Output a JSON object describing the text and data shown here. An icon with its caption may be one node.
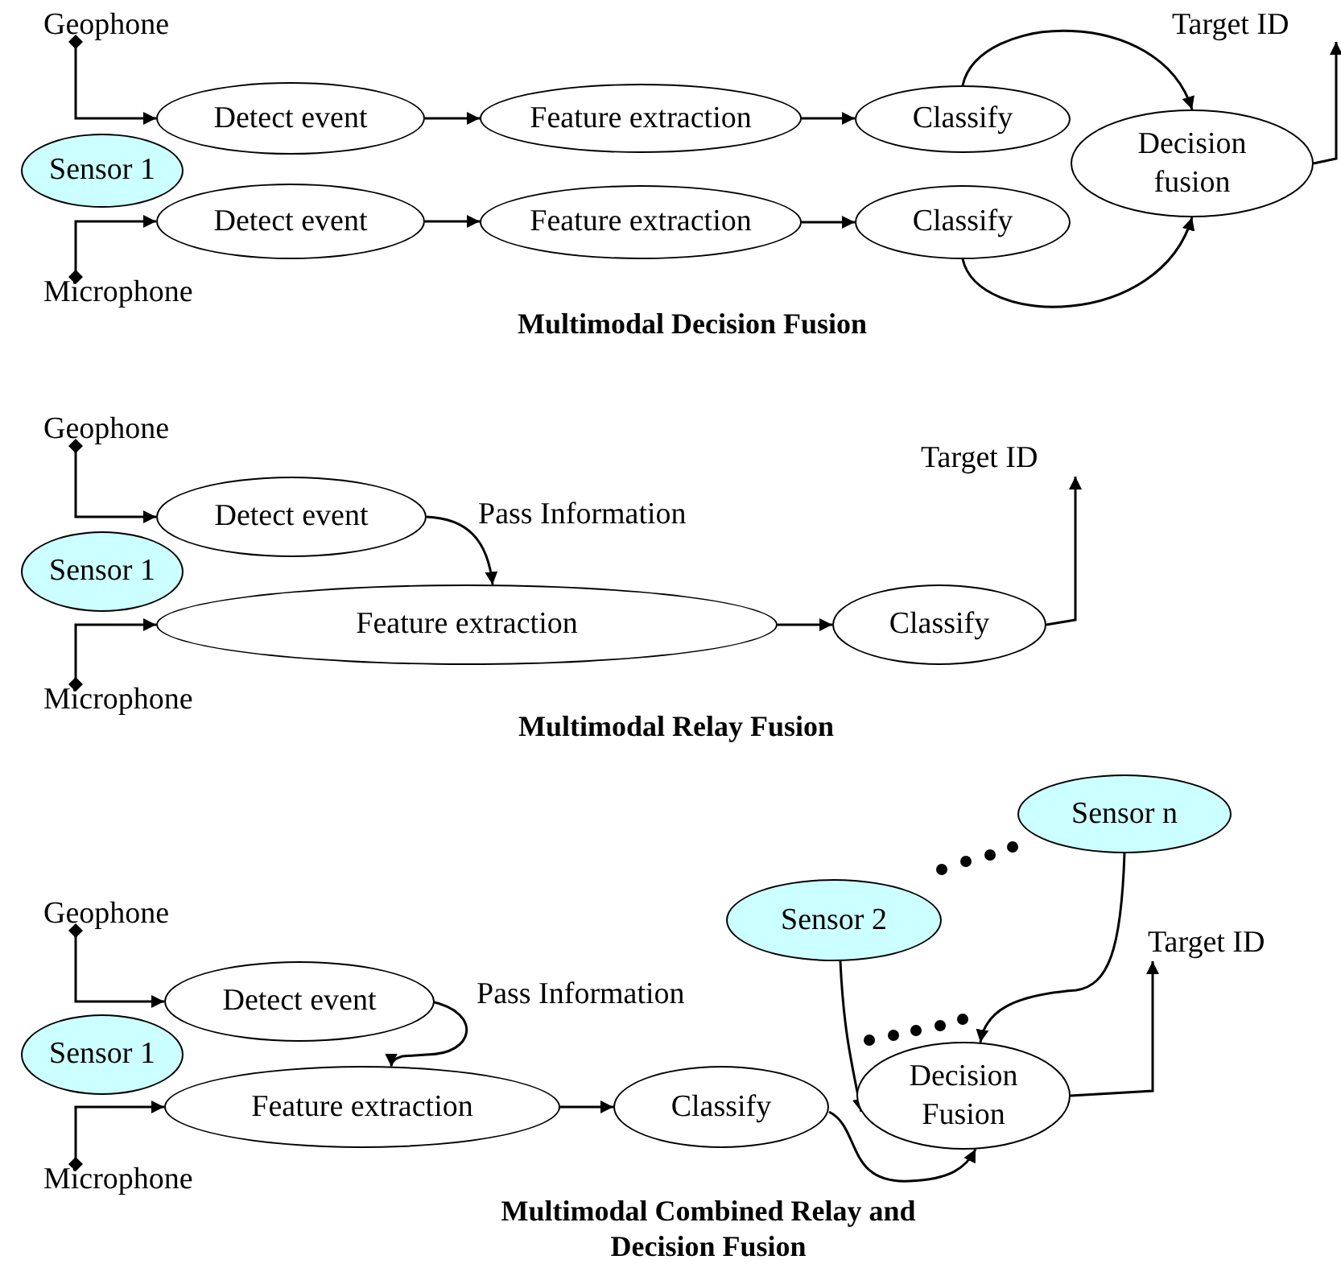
{
  "diagram": {
    "nodes": [
      {
        "text": [
          "Geophone"
        ]
      },
      {
        "text": [
          "Sensor 1"
        ]
      },
      {
        "text": [
          "Detect event"
        ]
      },
      {
        "text": [
          "Feature extraction"
        ]
      },
      {
        "text": [
          "Classify"
        ]
      },
      {
        "text": [
          "Detect event"
        ]
      },
      {
        "text": [
          "Feature extraction"
        ]
      },
      {
        "text": [
          "Classify"
        ]
      },
      {
        "text": [
          "Decision fusion"
        ]
      },
      {
        "text": [
          "Target ID"
        ]
      },
      {
        "text": [
          "Microphone"
        ]
      },
      {
        "text": [
          "Geophone"
        ]
      },
      {
        "text": [
          "Sensor 1"
        ]
      },
      {
        "text": [
          "Detect event"
        ]
      },
      {
        "text": [
          "Feature extraction"
        ]
      },
      {
        "text": [
          "Classify"
        ]
      },
      {
        "text": [
          "Target ID"
        ]
      },
      {
        "text": [
          "Microphone"
        ]
      },
      {
        "text": [
          "Sensor n"
        ]
      },
      {
        "text": [
          "Sensor 2"
        ]
      },
      {
        "text": [
          "Geophone"
        ]
      },
      {
        "text": [
          "Detect event"
        ]
      },
      {
        "text": [
          "Sensor 1"
        ]
      },
      {
        "text": [
          "Feature extraction"
        ]
      },
      {
        "text": [
          "Classify"
        ]
      },
      {
        "text": [
          "Decision Fusion"
        ]
      },
      {
        "text": [
          "Target ID"
        ]
      },
      {
        "text": [
          "Microphone"
        ]
      }
    ],
    "edges": [
      {
        "from": 0,
        "to": 2,
        "arrow": "to"
      },
      {
        "from": 2,
        "to": 3,
        "arrow": "to"
      },
      {
        "from": 3,
        "to": 4,
        "arrow": "to"
      },
      {
        "from": 4,
        "to": 8,
        "arrow": "to"
      },
      {
        "from": 10,
        "to": 5,
        "arrow": "to"
      },
      {
        "from": 5,
        "to": 6,
        "arrow": "to"
      },
      {
        "from": 6,
        "to": 7,
        "arrow": "to"
      },
      {
        "from": 7,
        "to": 8,
        "arrow": "to"
      },
      {
        "from": 8,
        "to": 9,
        "arrow": "to"
      },
      {
        "from": 11,
        "to": 13,
        "arrow": "to"
      },
      {
        "from": 13,
        "to": 14,
        "arrow": "to",
        "label": "Pass Information"
      },
      {
        "from": 17,
        "to": 14,
        "arrow": "to"
      },
      {
        "from": 14,
        "to": 15,
        "arrow": "to"
      },
      {
        "from": 15,
        "to": 16,
        "arrow": "to"
      },
      {
        "from": 20,
        "to": 21,
        "arrow": "to"
      },
      {
        "from": 21,
        "to": 23,
        "arrow": "to",
        "label": "Pass Information"
      },
      {
        "from": 27,
        "to": 23,
        "arrow": "to"
      },
      {
        "from": 23,
        "to": 24,
        "arrow": "to"
      },
      {
        "from": 24,
        "to": 25,
        "arrow": "to"
      },
      {
        "from": 19,
        "to": 25,
        "arrow": "to"
      },
      {
        "from": 18,
        "to": 25,
        "arrow": "to"
      },
      {
        "from": 25,
        "to": 26,
        "arrow": "to"
      }
    ],
    "labels": [
      "Multimodal Decision Fusion",
      "Multimodal Relay Fusion",
      "Multimodal Combined Relay and Decision Fusion"
    ]
  }
}
